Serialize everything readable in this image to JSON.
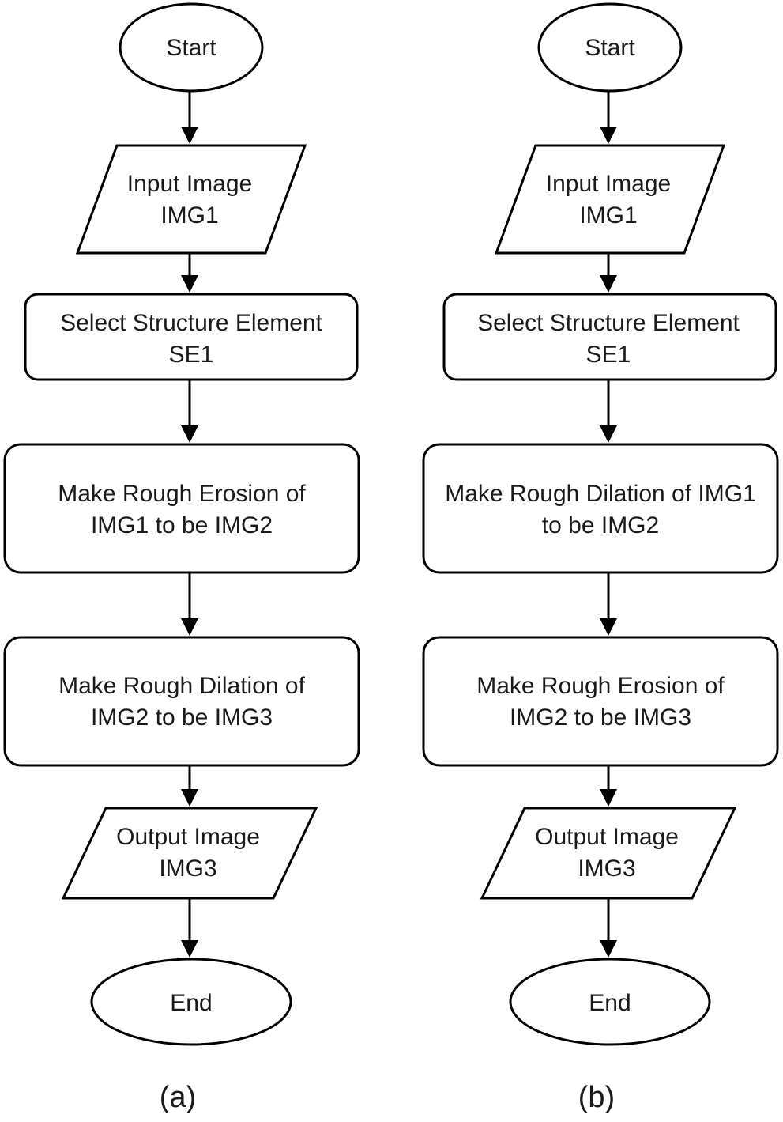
{
  "flowcharts": [
    {
      "caption": "(a)",
      "steps": [
        {
          "lines": [
            "Start"
          ]
        },
        {
          "lines": [
            "Input Image",
            "IMG1"
          ]
        },
        {
          "lines": [
            "Select Structure Element",
            "SE1"
          ]
        },
        {
          "lines": [
            "Make Rough Erosion of",
            "IMG1 to be IMG2"
          ]
        },
        {
          "lines": [
            "Make Rough Dilation of",
            "IMG2 to be IMG3"
          ]
        },
        {
          "lines": [
            "Output Image",
            "IMG3"
          ]
        },
        {
          "lines": [
            "End"
          ]
        }
      ]
    },
    {
      "caption": "(b)",
      "steps": [
        {
          "lines": [
            "Start"
          ]
        },
        {
          "lines": [
            "Input Image",
            "IMG1"
          ]
        },
        {
          "lines": [
            "Select Structure Element",
            "SE1"
          ]
        },
        {
          "lines": [
            "Make Rough Dilation of IMG1",
            "to be IMG2"
          ]
        },
        {
          "lines": [
            "Make Rough Erosion of",
            "IMG2 to be IMG3"
          ]
        },
        {
          "lines": [
            "Output Image",
            "IMG3"
          ]
        },
        {
          "lines": [
            "End"
          ]
        }
      ]
    }
  ]
}
